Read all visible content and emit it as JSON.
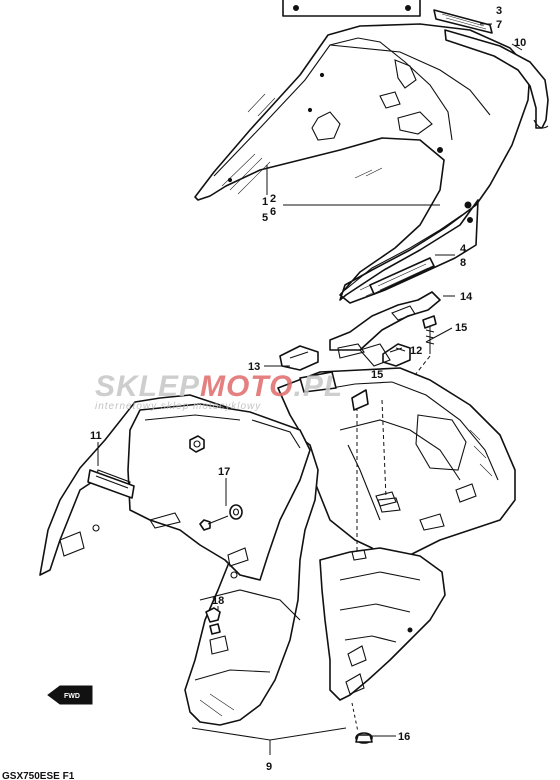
{
  "watermark": {
    "brand_part1": "SKLEP",
    "brand_part2": "MOTO",
    "brand_part3": "PL",
    "tagline": "internetowy sklep motocyklowy",
    "color_gray": "#c6c6c6",
    "color_red": "#e06a6a"
  },
  "callouts": {
    "c1": "1",
    "c2": "2",
    "c3": "3",
    "c4": "4",
    "c5": "5",
    "c6": "6",
    "c7": "7",
    "c8": "8",
    "c9": "9",
    "c10": "10",
    "c11": "11",
    "c12": "12",
    "c13": "13",
    "c14": "14",
    "c15a": "15",
    "c15b": "15",
    "c16": "16",
    "c17": "17",
    "c18": "18"
  },
  "forward_marker": {
    "label": "FWD",
    "icon": "forward-arrow-icon"
  },
  "drawing_code": "GSX750ESE F1"
}
